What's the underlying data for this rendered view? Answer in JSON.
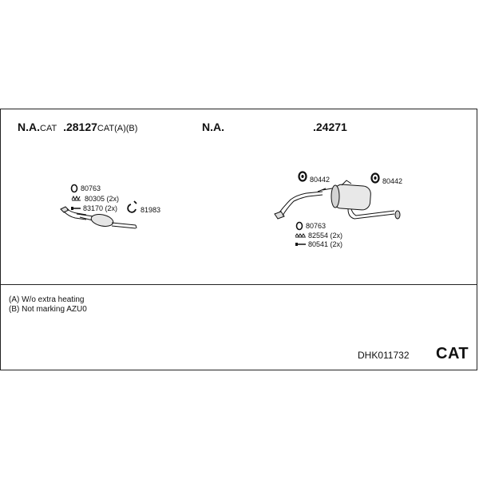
{
  "header": {
    "left": {
      "prefix": "N.A.",
      "prefix_suffix": "CAT",
      "number": ".28127",
      "suffix": "CAT(A)(B)"
    },
    "right": {
      "prefix": "N.A.",
      "number": ".24271"
    }
  },
  "left_group": {
    "parts": [
      {
        "label": "80763",
        "icon": "ring-clamp-icon"
      },
      {
        "label": "80305 (2x)",
        "icon": "spring-bolt-icon"
      },
      {
        "label": "83170 (2x)",
        "icon": "bolt-icon"
      },
      {
        "label": "81983",
        "icon": "rubber-hanger-icon"
      }
    ]
  },
  "right_group": {
    "parts": [
      {
        "label": "80442",
        "icon": "rubber-mount-icon"
      },
      {
        "label": "80442",
        "icon": "rubber-mount-icon"
      },
      {
        "label": "80763",
        "icon": "ring-clamp-icon"
      },
      {
        "label": "82554 (2x)",
        "icon": "spring-bolt-icon"
      },
      {
        "label": "80541 (2x)",
        "icon": "bolt-icon"
      }
    ]
  },
  "notes": [
    "(A) W/o extra heating",
    "(B) Not marking AZU0"
  ],
  "footer": {
    "code": "DHK011732",
    "badge": "CAT"
  }
}
